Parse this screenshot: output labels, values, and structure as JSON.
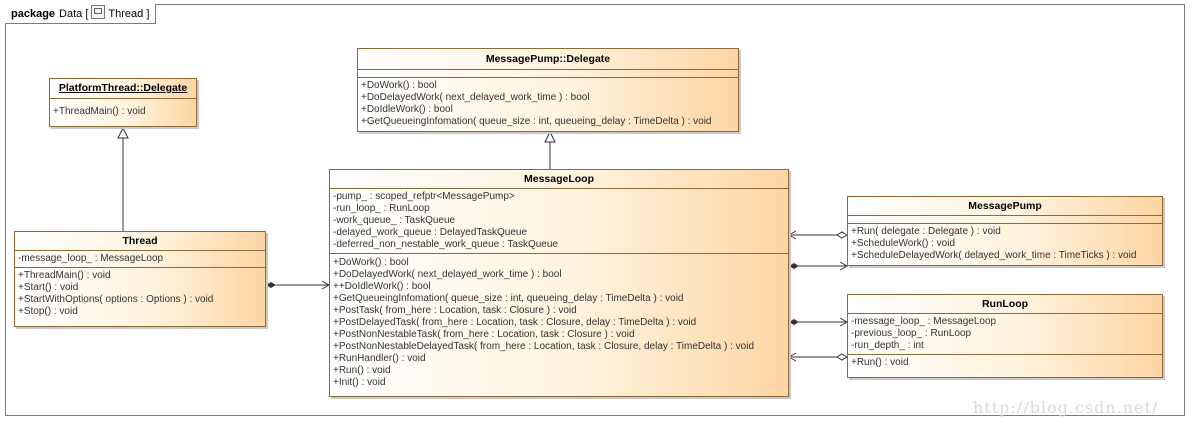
{
  "diagram": {
    "frame_keyword": "package",
    "frame_name": "Data",
    "frame_bracket_open": "[",
    "frame_diagram_name": "Thread",
    "frame_bracket_close": "]"
  },
  "classes": {
    "platform_delegate": {
      "name": "PlatformThread::Delegate",
      "operations": [
        "+ThreadMain() : void"
      ]
    },
    "thread": {
      "name": "Thread",
      "attributes": [
        "-message_loop_ : MessageLoop"
      ],
      "operations": [
        "+ThreadMain() : void",
        "+Start() : void",
        "+StartWithOptions( options : Options ) : void",
        "+Stop() : void"
      ]
    },
    "pump_delegate": {
      "name": "MessagePump::Delegate",
      "operations": [
        "+DoWork() : bool",
        "+DoDelayedWork( next_delayed_work_time ) : bool",
        "+DoIdleWork() : bool",
        "+GetQueueingInfomation( queue_size : int, queueing_delay : TimeDelta ) : void"
      ]
    },
    "message_loop": {
      "name": "MessageLoop",
      "attributes": [
        "-pump_ : scoped_refptr<MessagePump>",
        "-run_loop_ : RunLoop",
        "-work_queue_ : TaskQueue",
        "-delayed_work_queue : DelayedTaskQueue",
        "-deferred_non_nestable_work_queue : TaskQueue"
      ],
      "operations": [
        "+DoWork() : bool",
        "+DoDelayedWork( next_delayed_work_time ) : bool",
        "++DoIdleWork() : bool",
        "+GetQueueingInfomation( queue_size : int, queueing_delay : TimeDelta ) : void",
        "+PostTask( from_here : Location, task : Closure ) : void",
        "+PostDelayedTask( from_here : Location, task : Closure, delay : TimeDelta ) : void",
        "+PostNonNestableTask( from_here : Location, task : Closure ) : void",
        "+PostNonNestableDelayedTask( from_here : Location, task : Closure, delay : TimeDelta ) : void",
        "+RunHandler() : void",
        "+Run() : void",
        "+Init() : void"
      ]
    },
    "message_pump": {
      "name": "MessagePump",
      "operations": [
        "+Run( delegate : Delegate ) : void",
        "+ScheduleWork() : void",
        "+ScheduleDelayedWork( delayed_work_time : TimeTicks ) : void"
      ]
    },
    "run_loop": {
      "name": "RunLoop",
      "attributes": [
        "-message_loop_ : MessageLoop",
        "-previous_loop_ : RunLoop",
        "-run_depth_ : int"
      ],
      "operations": [
        "+Run() : void"
      ]
    }
  },
  "relations": [
    {
      "from": "Thread",
      "to": "PlatformThread::Delegate",
      "kind": "generalization"
    },
    {
      "from": "MessageLoop",
      "to": "MessagePump::Delegate",
      "kind": "generalization"
    },
    {
      "from": "Thread",
      "to": "MessageLoop",
      "kind": "composition"
    },
    {
      "from": "MessagePump",
      "to": "MessageLoop",
      "kind": "aggregation"
    },
    {
      "from": "MessageLoop",
      "to": "MessagePump",
      "kind": "composition"
    },
    {
      "from": "MessageLoop",
      "to": "RunLoop",
      "kind": "composition"
    },
    {
      "from": "RunLoop",
      "to": "MessageLoop",
      "kind": "aggregation"
    }
  ],
  "watermark": "http://blog.csdn.net/",
  "colors": {
    "border": "#8c6a3a",
    "fill_start": "#ffffff",
    "fill_end": "#fdd5a4",
    "line": "#333333"
  }
}
